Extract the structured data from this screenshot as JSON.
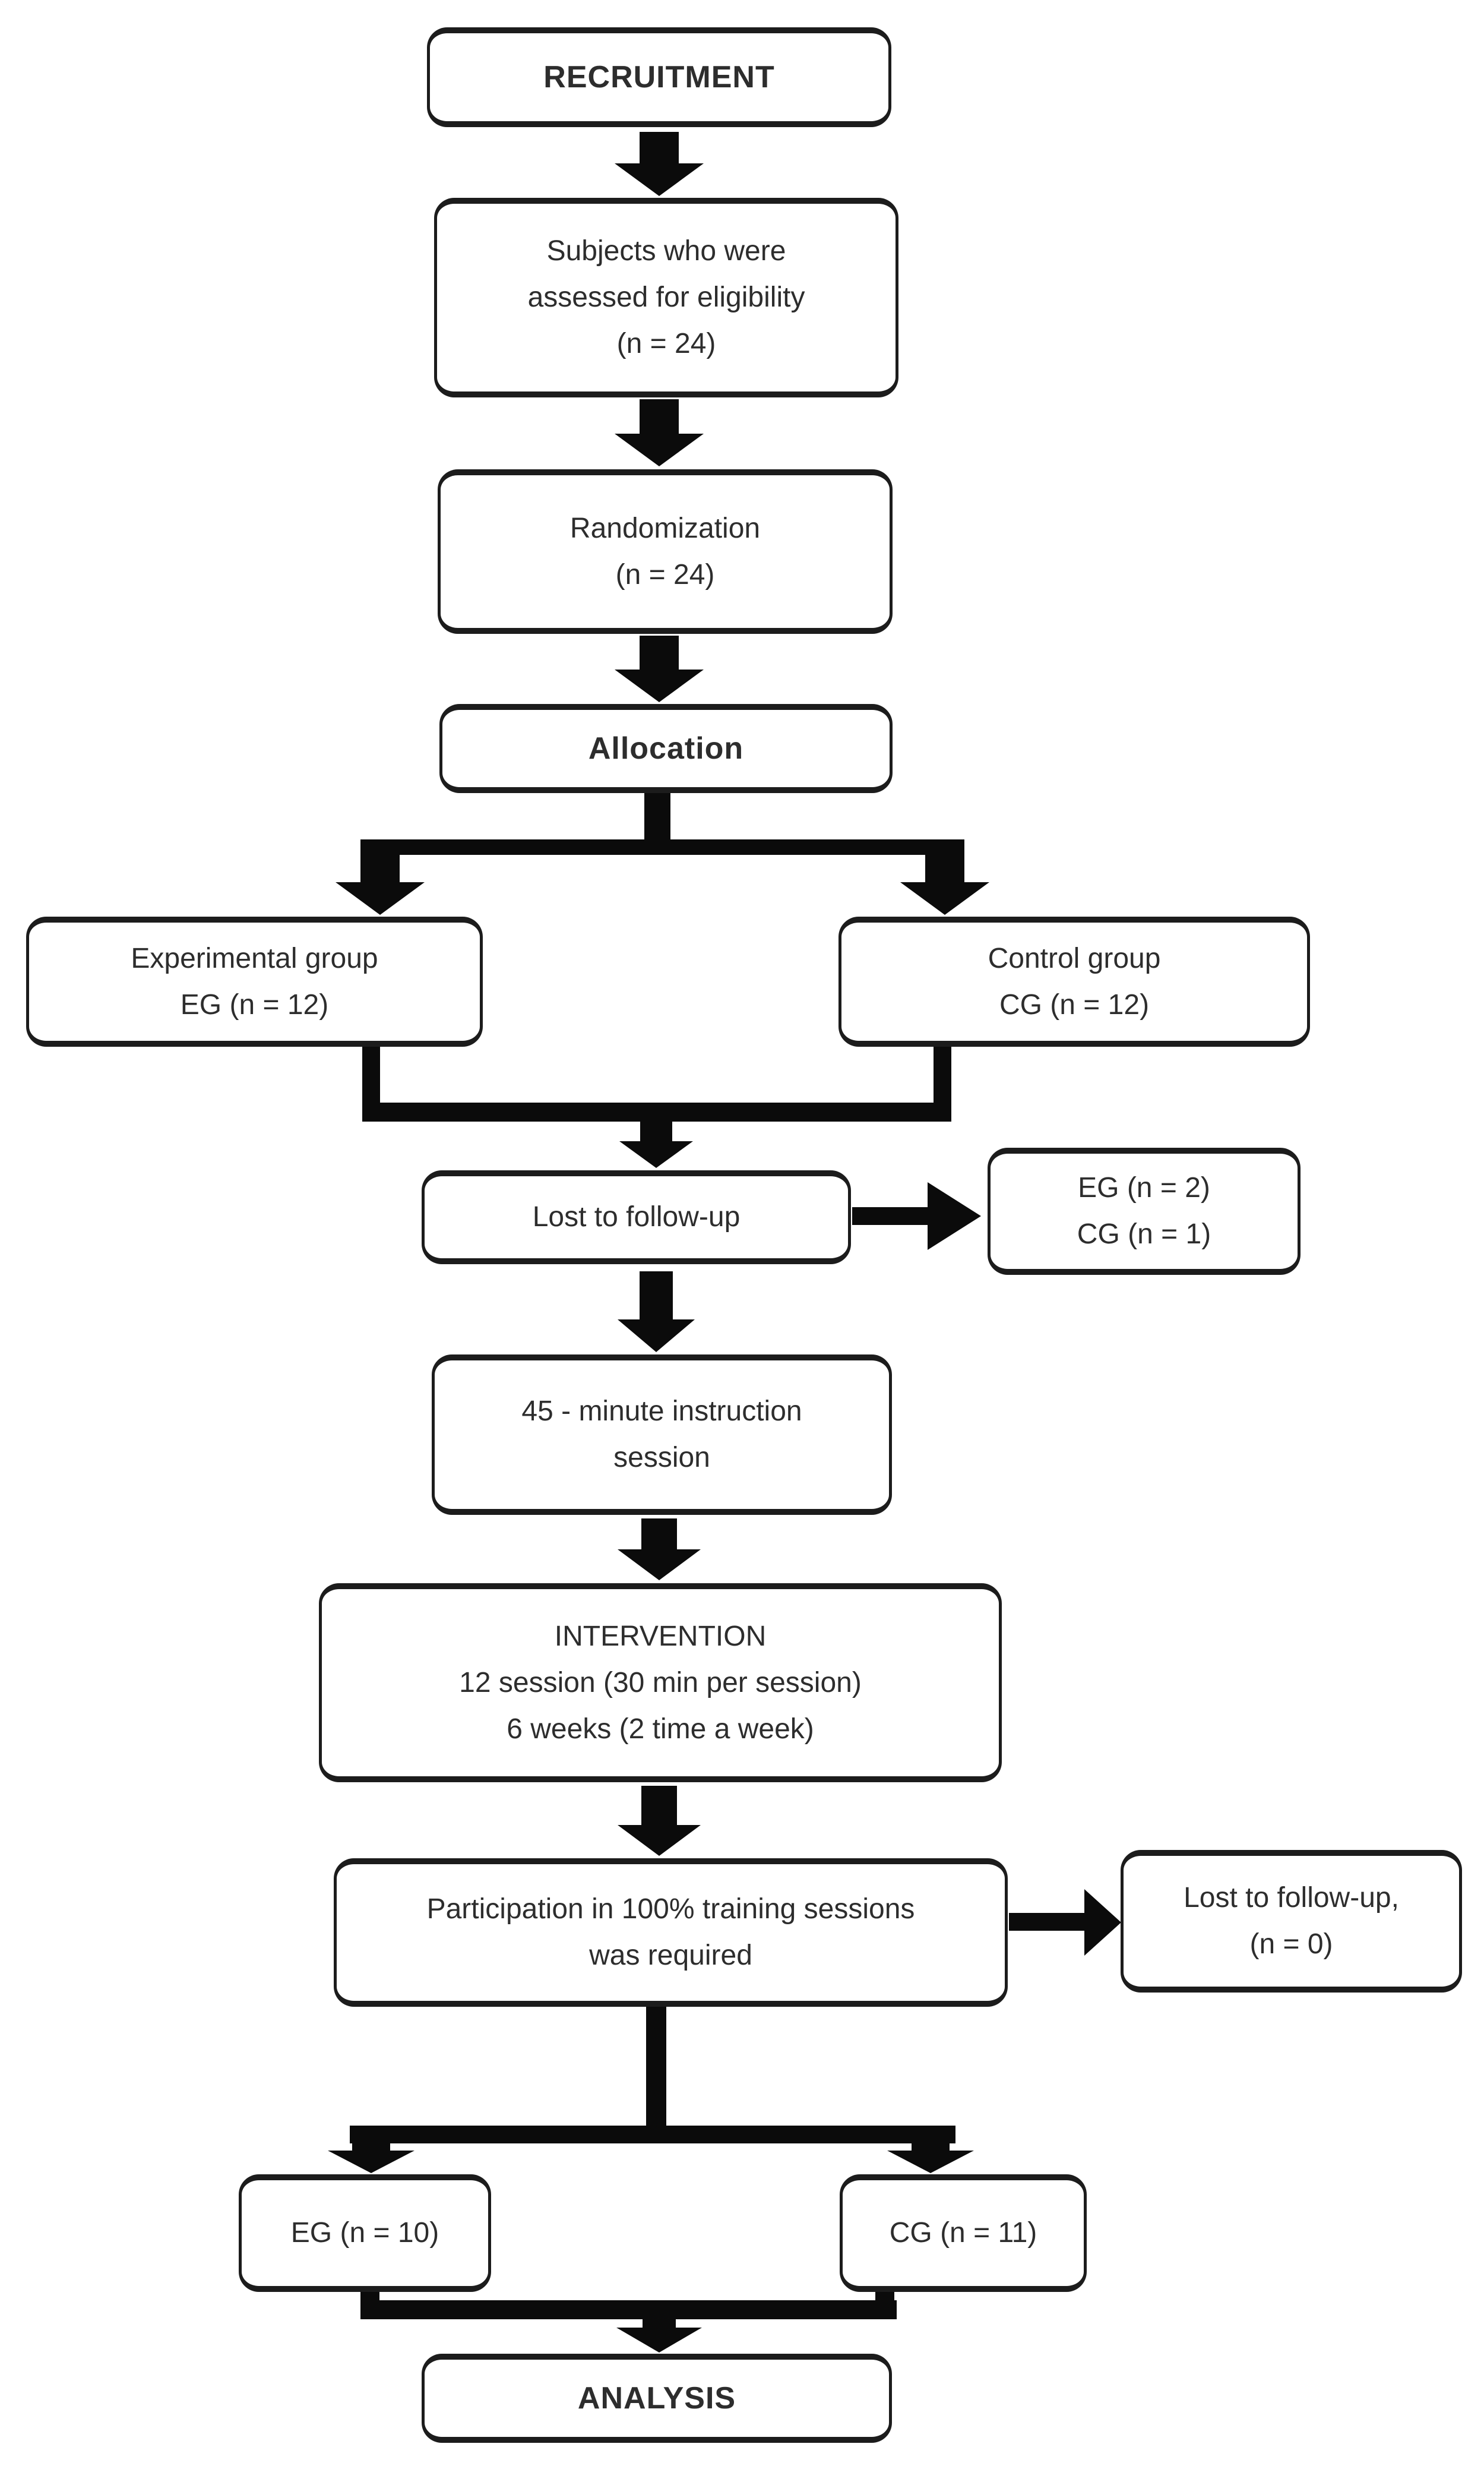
{
  "nodes": {
    "recruitment": {
      "label": "RECRUITMENT"
    },
    "eligibility": {
      "lines": [
        "Subjects who were",
        "assessed for eligibility",
        "(n = 24)"
      ]
    },
    "randomization": {
      "lines": [
        "Randomization",
        "(n = 24)"
      ]
    },
    "allocation": {
      "label": "Allocation"
    },
    "experimental_group": {
      "lines": [
        "Experimental group",
        "EG (n = 12)"
      ]
    },
    "control_group": {
      "lines": [
        "Control group",
        "CG (n = 12)"
      ]
    },
    "lost_followup": {
      "label": "Lost to follow-up"
    },
    "lost_followup_counts": {
      "lines": [
        "EG (n = 2)",
        "CG (n = 1)"
      ]
    },
    "instruction_session": {
      "lines": [
        "45 - minute instruction",
        "session"
      ]
    },
    "intervention": {
      "lines": [
        "INTERVENTION",
        "12 session (30 min per session)",
        "6 weeks (2 time a week)"
      ]
    },
    "participation": {
      "lines": [
        "Participation in 100% training sessions",
        "was required"
      ]
    },
    "lost_followup_zero": {
      "lines": [
        "Lost to follow-up,",
        "(n = 0)"
      ]
    },
    "eg_final": {
      "label": "EG (n = 10)"
    },
    "cg_final": {
      "label": "CG (n = 11)"
    },
    "analysis": {
      "label": "ANALYSIS"
    }
  },
  "colors": {
    "background": "#ffffff",
    "box_border": "#1c1c1c",
    "text": "#2d2d2d",
    "arrow": "#0b0b0b"
  }
}
